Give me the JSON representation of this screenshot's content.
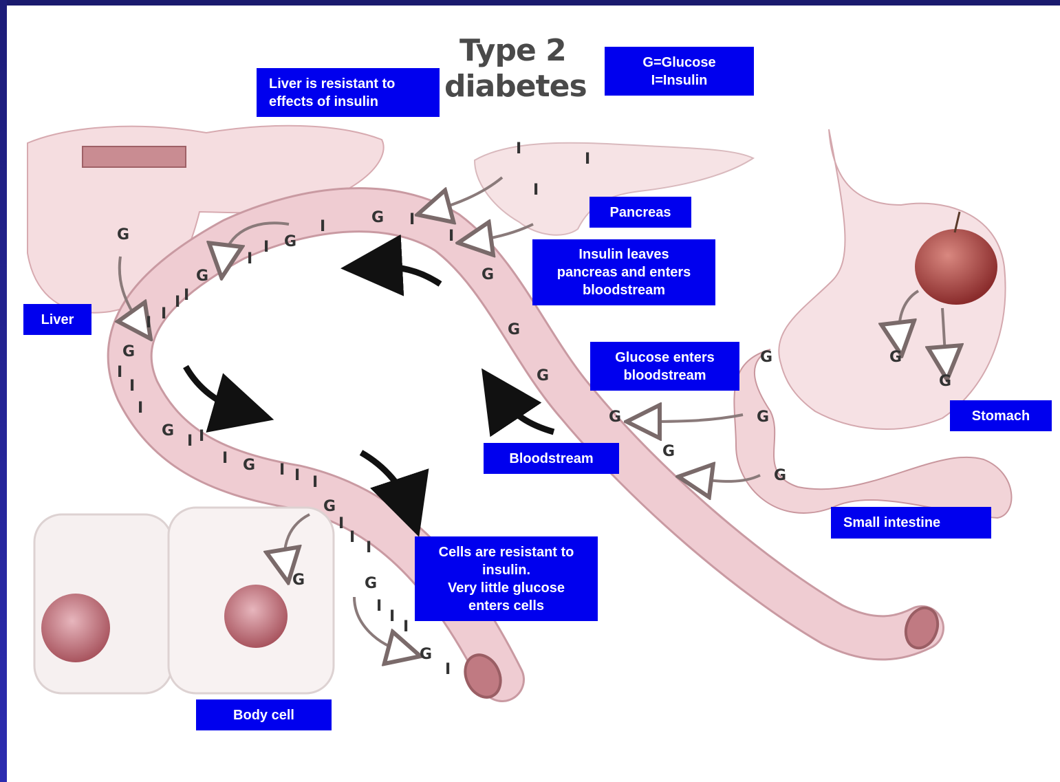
{
  "title": {
    "line1": "Type 2",
    "line2": "diabetes"
  },
  "legend": {
    "line1": "G=Glucose",
    "line2": "I=Insulin"
  },
  "labels": {
    "liver_resistant": {
      "line1": "Liver is resistant to",
      "line2": "effects of insulin"
    },
    "pancreas": "Pancreas",
    "insulin_leaves": {
      "line1": "Insulin leaves",
      "line2": "pancreas and enters",
      "line3": "bloodstream"
    },
    "liver": "Liver",
    "glucose_enters": {
      "line1": "Glucose enters",
      "line2": "bloodstream"
    },
    "stomach": "Stomach",
    "bloodstream": "Bloodstream",
    "small_intestine": "Small intestine",
    "cells_resistant": {
      "line1": "Cells are resistant to",
      "line2": "insulin.",
      "line3": "Very little glucose",
      "line4": "enters cells"
    },
    "body_cell": "Body cell"
  },
  "symbols": {
    "glucose": "G",
    "insulin": "I"
  },
  "colors": {
    "label_bg": "#0000ee",
    "label_text": "#ffffff",
    "frame": "#1c1c78",
    "tissue": "#f3d9dc",
    "tissue_edge": "#c99aa2",
    "vessel": "#efccd2"
  }
}
